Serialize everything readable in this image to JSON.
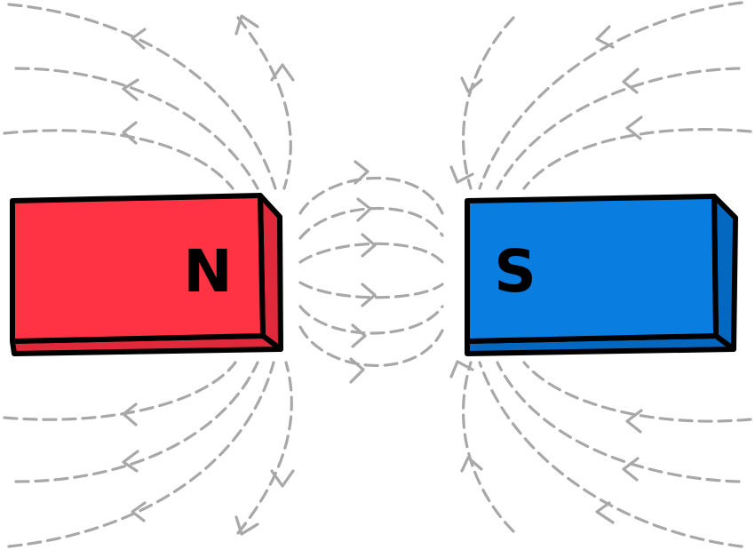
{
  "magnets": [
    {
      "id": "north",
      "pole_label": "N",
      "color": "#ff3344",
      "side_color": "#e0293a"
    },
    {
      "id": "south",
      "pole_label": "S",
      "color": "#0a7de0",
      "side_color": "#0568c0"
    }
  ],
  "field_line_color": "#a8a8a8",
  "outline_color": "#000000"
}
